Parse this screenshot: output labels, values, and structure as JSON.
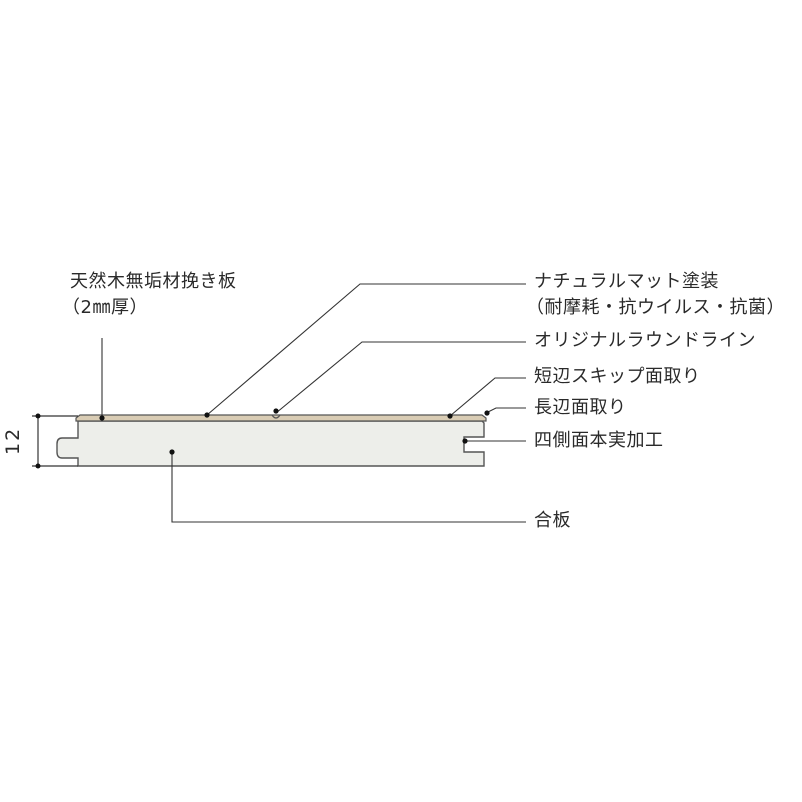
{
  "labels": {
    "veneer_line1": "天然木無垢材挽き板",
    "veneer_line2": "（2㎜厚）",
    "coating_line1": "ナチュラルマット塗装",
    "coating_line2": "（耐摩耗・抗ウイルス・抗菌）",
    "round_line": "オリジナルラウンドライン",
    "short_chamfer": "短辺スキップ面取り",
    "long_chamfer": "長辺面取り",
    "tongue_groove": "四側面本実加工",
    "plywood": "合板"
  },
  "dimension": {
    "thickness": "12"
  },
  "colors": {
    "board_fill": "#edeeea",
    "board_stroke": "#555555",
    "veneer_fill": "#d9ccb4",
    "leader": "#333333"
  }
}
